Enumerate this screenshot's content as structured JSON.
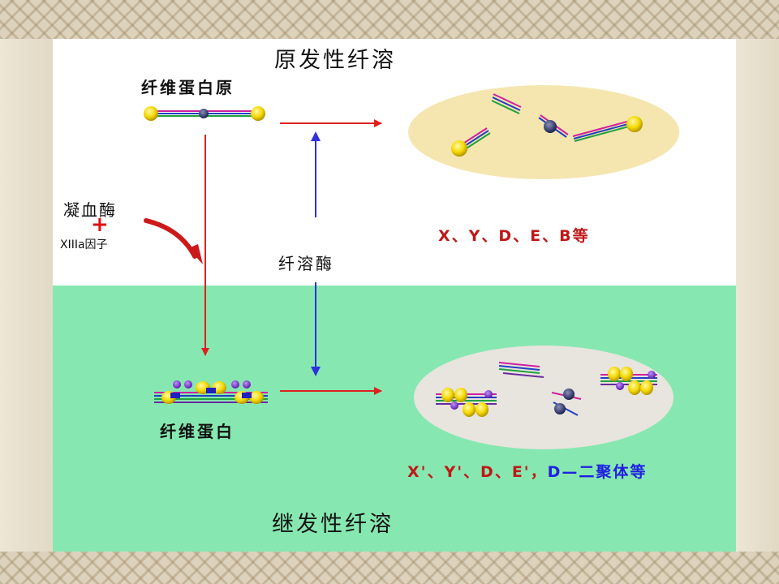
{
  "titles": {
    "primary": "原发性纤溶",
    "secondary": "继发性纤溶"
  },
  "labels": {
    "fibrinogen": "纤维蛋白原",
    "fibrin": "纤维蛋白",
    "thrombin": "凝血酶",
    "plus": "+",
    "factor": "XIIIa因子",
    "plasmin": "纤溶酶"
  },
  "products": {
    "primary": "X、Y、D、E、B等",
    "secondary_red": "X'、Y'、D、E'，",
    "secondary_blue": "D—二聚体等"
  },
  "colors": {
    "top_panel": "#ffffff",
    "bottom_panel": "#86e8b0",
    "arrow_red": "#e02020",
    "arrow_blue": "#3030e0",
    "ellipse_top": "#f5e6b0",
    "ellipse_bottom": "#e8e4de",
    "domain_yellow": "#f4d800",
    "node_purple": "#7a2ad0"
  }
}
